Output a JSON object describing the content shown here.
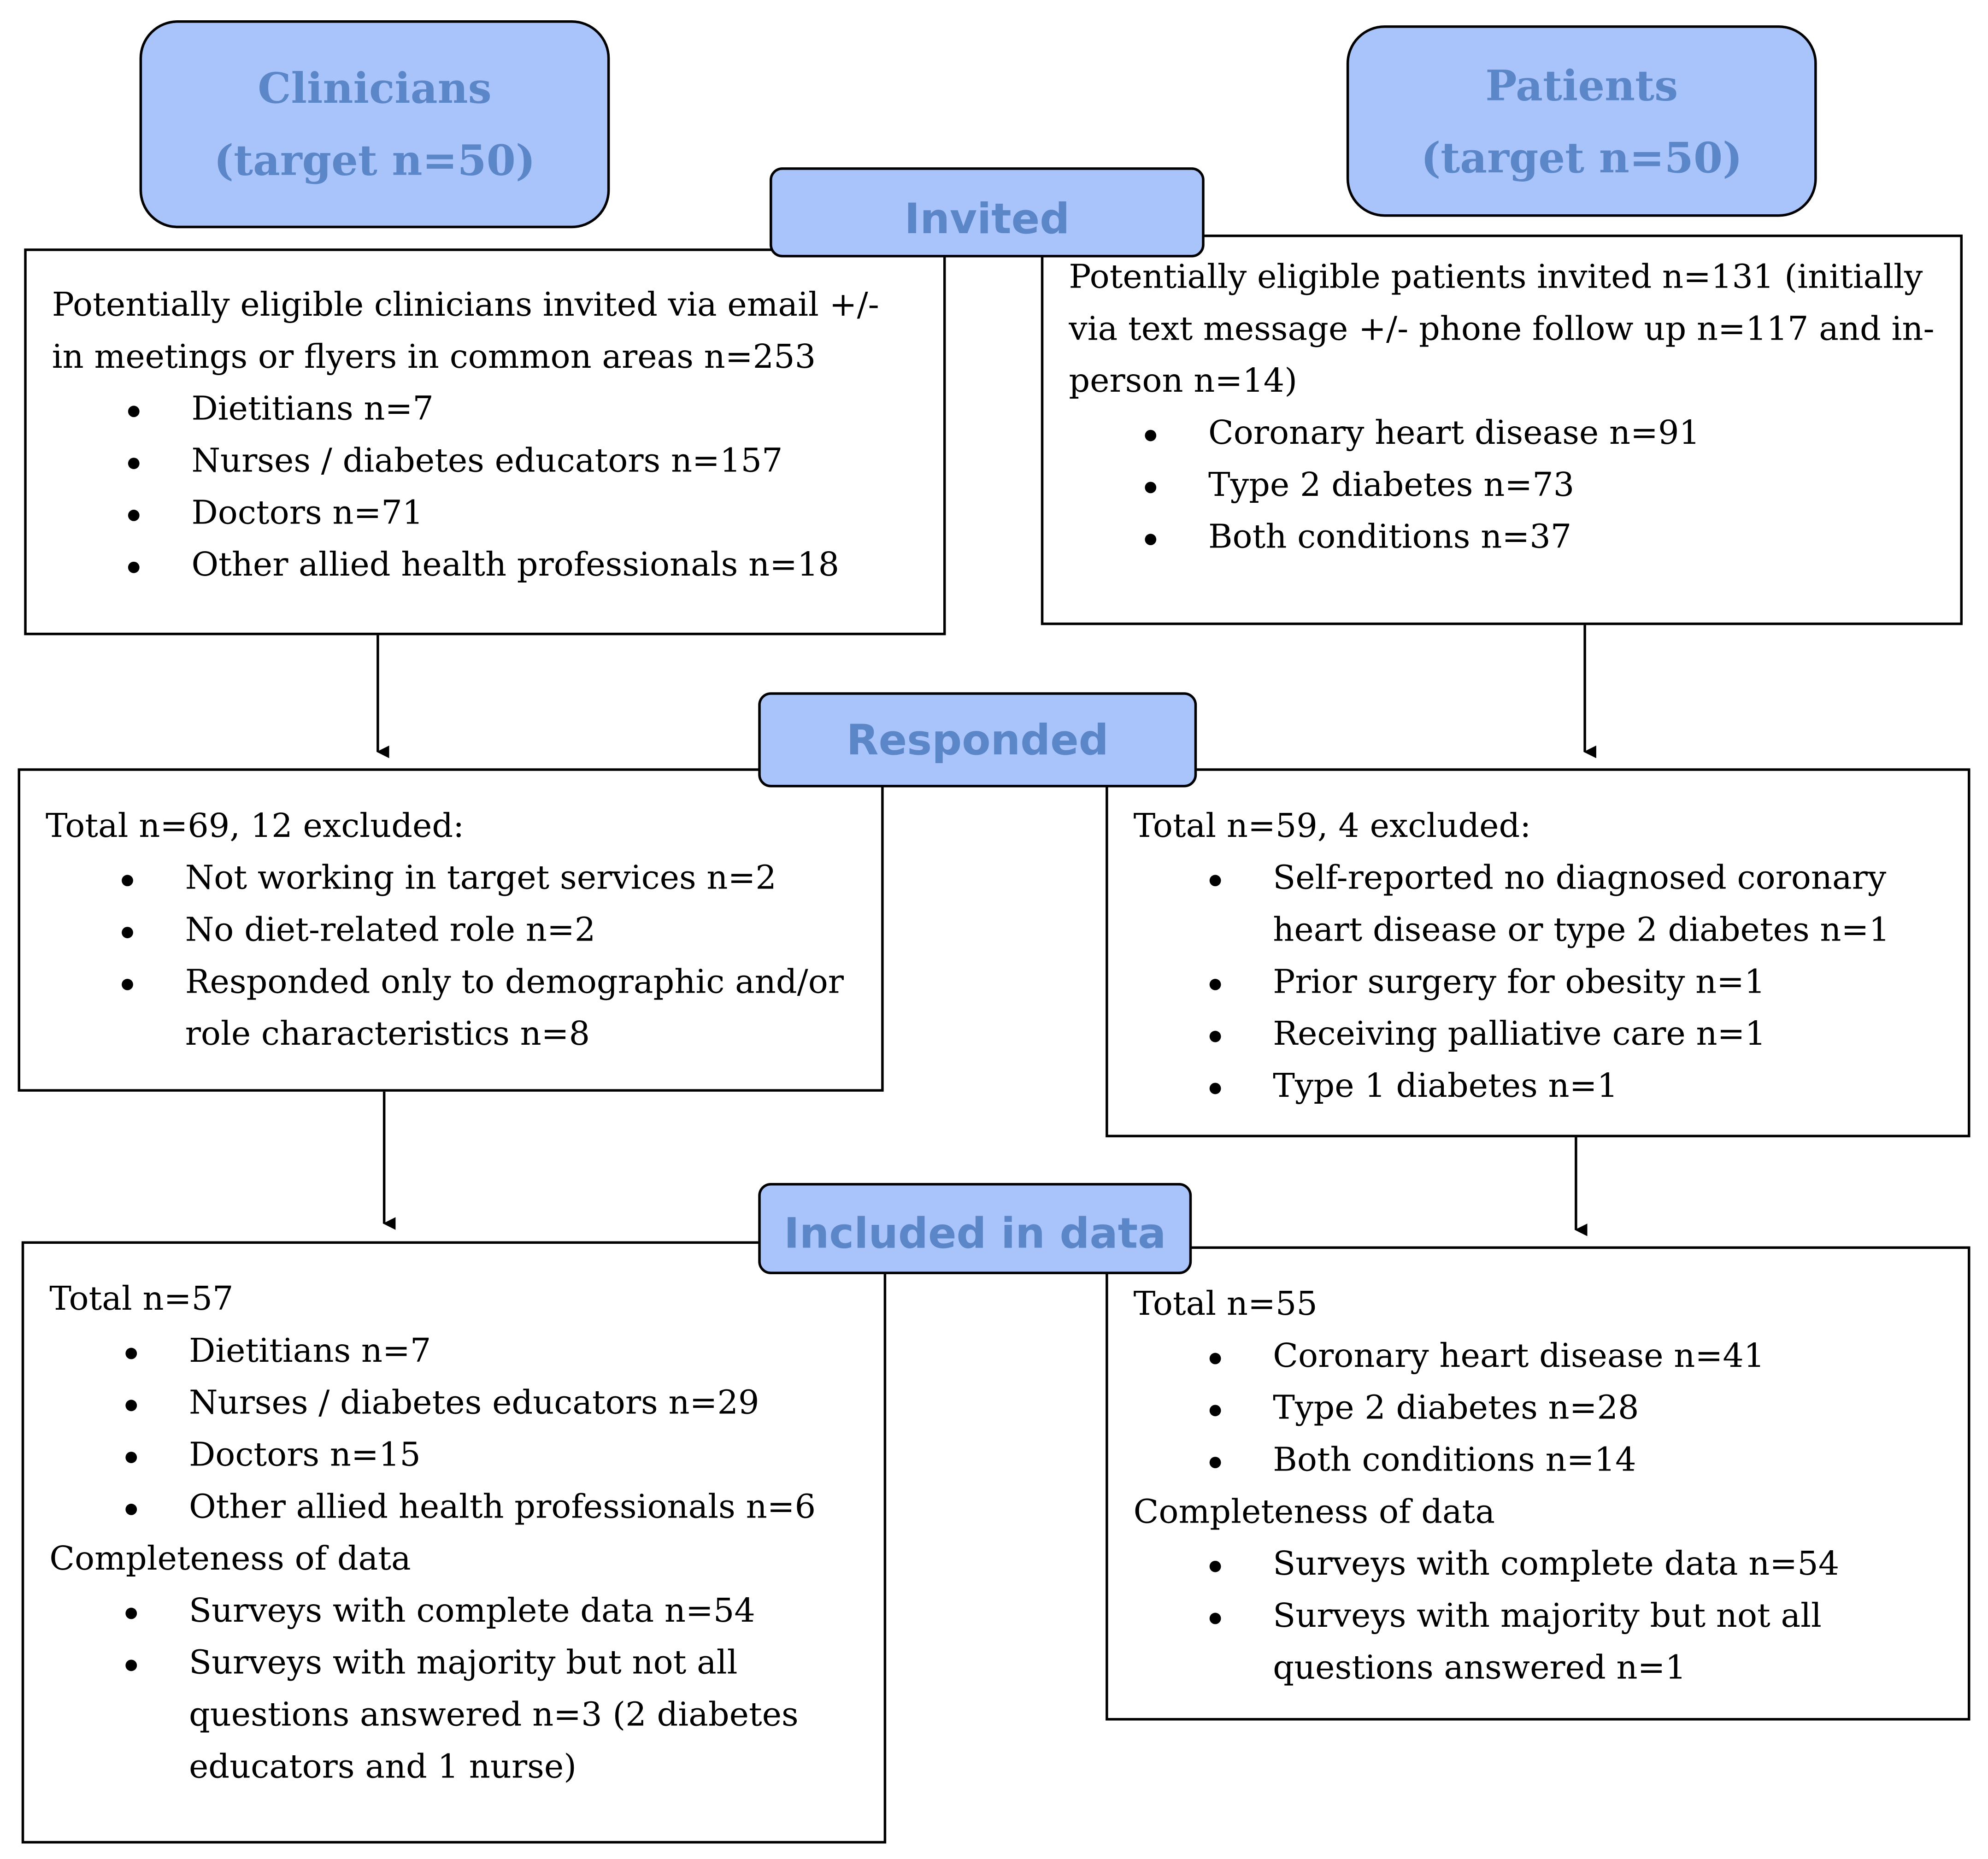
{
  "groups": {
    "clinicians": {
      "line1": "Clinicians",
      "line2": "(target n=50)"
    },
    "patients": {
      "line1": "Patients",
      "line2": "(target n=50)"
    }
  },
  "stages": {
    "invited": "Invited",
    "responded": "Responded",
    "included": "Included in data"
  },
  "clinicians": {
    "invited": {
      "intro": "Potentially eligible clinicians invited via email +/- in meetings or flyers in common areas n=253",
      "items": [
        "Dietitians n=7",
        "Nurses / diabetes educators n=157",
        "Doctors n=71",
        "Other allied health professionals n=18"
      ]
    },
    "responded": {
      "intro": "Total n=69, 12 excluded:",
      "items": [
        "Not working in target services n=2",
        "No diet-related role n=2",
        "Responded only to demographic and/or role characteristics n=8"
      ]
    },
    "included": {
      "intro": "Total n=57",
      "items": [
        "Dietitians n=7",
        "Nurses / diabetes educators n=29",
        "Doctors n=15",
        "Other allied health professionals n=6"
      ],
      "completeness_heading": "Completeness of data",
      "completeness_items": [
        "Surveys with complete data n=54",
        "Surveys with majority but not all questions answered n=3 (2 diabetes educators and 1 nurse)"
      ]
    }
  },
  "patients": {
    "invited": {
      "intro": "Potentially eligible patients invited n=131 (initially via text message +/- phone follow up n=117 and in-person n=14)",
      "items": [
        "Coronary heart disease n=91",
        "Type 2 diabetes n=73",
        "Both conditions n=37"
      ]
    },
    "responded": {
      "intro": "Total n=59, 4 excluded:",
      "items": [
        "Self-reported no diagnosed coronary heart disease or type 2 diabetes n=1",
        "Prior surgery for obesity n=1",
        "Receiving palliative care n=1",
        "Type 1 diabetes n=1"
      ]
    },
    "included": {
      "intro": "Total n=55",
      "items": [
        "Coronary heart disease n=41",
        "Type 2 diabetes n=28",
        "Both conditions n=14"
      ],
      "completeness_heading": "Completeness of data",
      "completeness_items": [
        "Surveys with complete data n=54",
        "Surveys with majority but not all questions answered n=1"
      ]
    }
  }
}
